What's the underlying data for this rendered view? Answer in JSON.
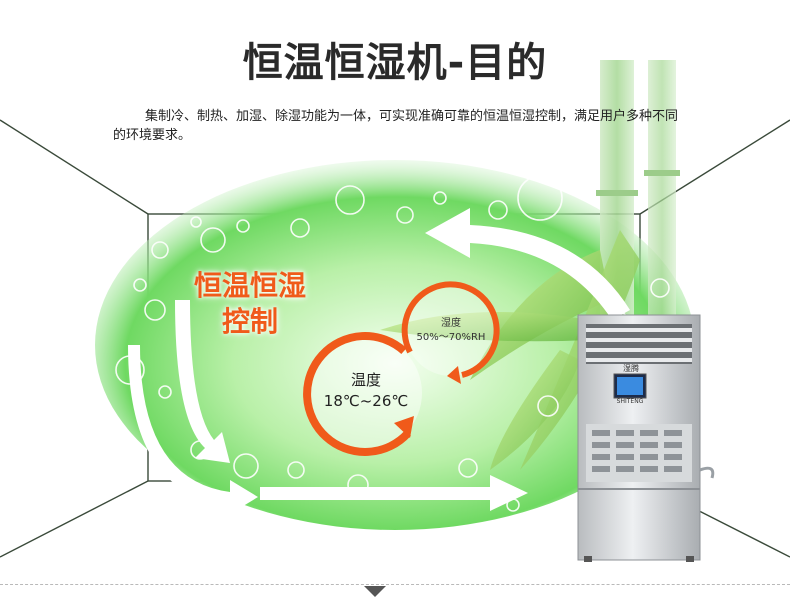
{
  "title": "恒温恒湿机-目的",
  "description": "集制冷、制热、加湿、除湿功能为一体，可实现准确可靠的恒温恒湿控制，满足用户多种不同的环境要求。",
  "feature": {
    "line1": "恒温恒湿",
    "line2": "控制"
  },
  "humidity_circle": {
    "label": "湿度",
    "range": "50%～70%RH"
  },
  "temperature_circle": {
    "label": "温度",
    "range": "18℃~26℃"
  },
  "device": {
    "brand_cn": "湿腾",
    "brand_en": "SHITENG"
  },
  "colors": {
    "accent_orange": "#f05a1a",
    "glow_green": "#5fd35a",
    "arrow_white": "#ffffff"
  }
}
